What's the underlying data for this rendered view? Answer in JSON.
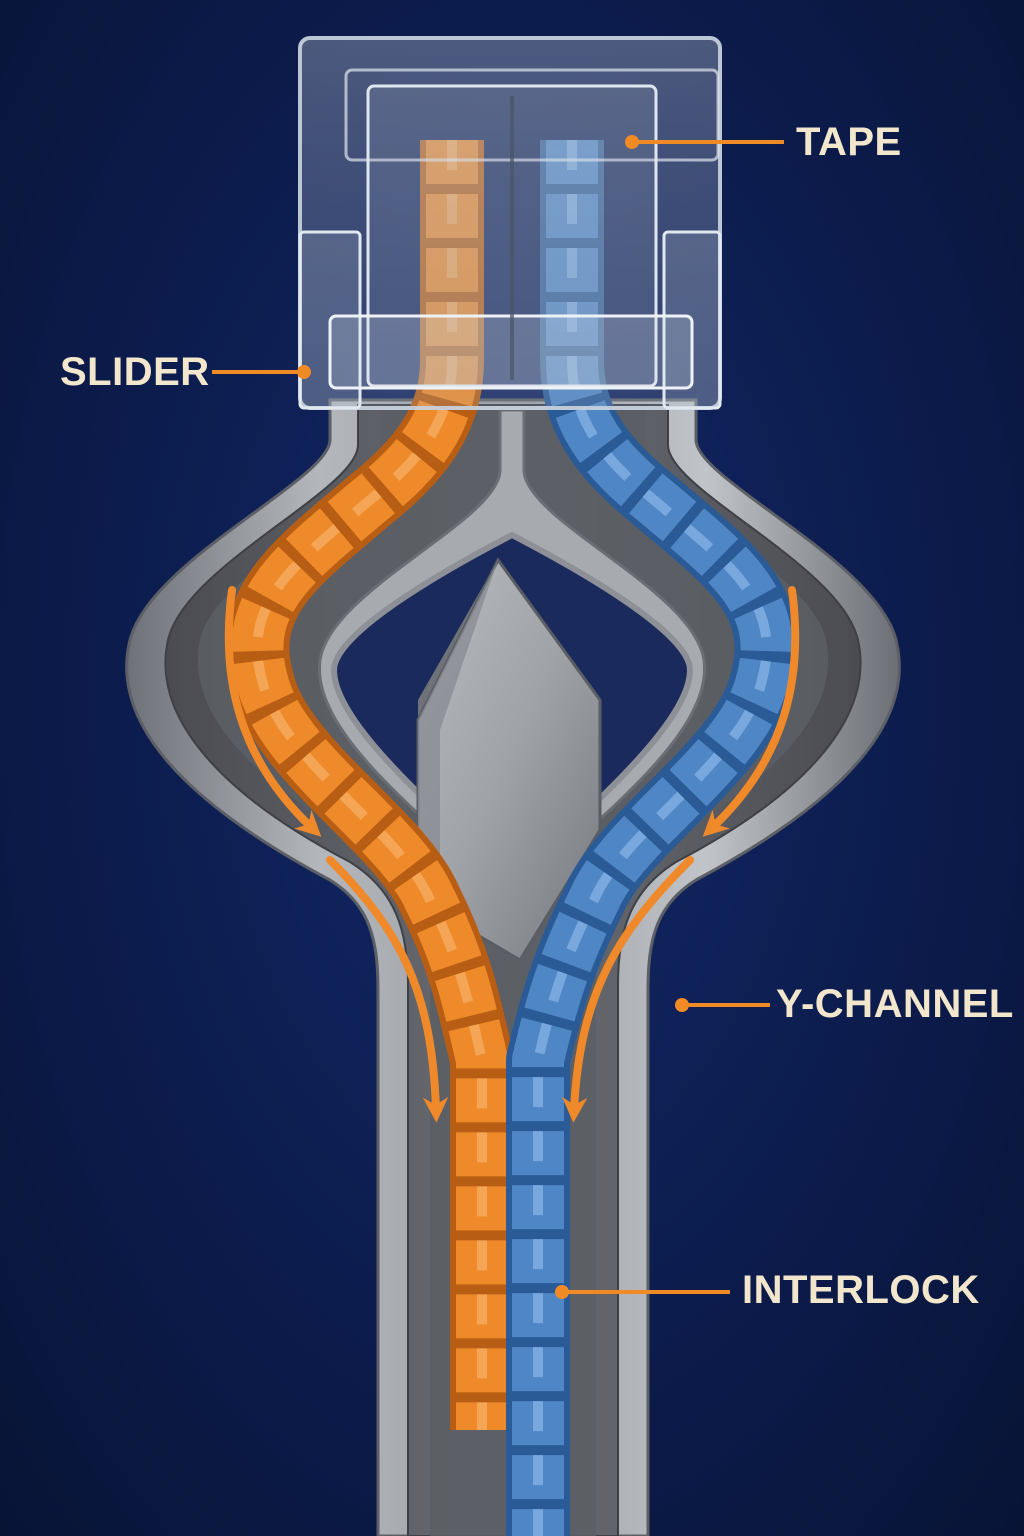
{
  "labels": {
    "tape": "TAPE",
    "slider": "SLIDER",
    "y_channel": "Y-CHANNEL",
    "interlock": "INTERLOCK"
  },
  "colors": {
    "background": "#0c1c4d",
    "label_text": "#f2e6cc",
    "leader_line": "#f08a24",
    "left_chain": "#ee8a2a",
    "right_chain": "#4f86c6",
    "metal": "#8e9197",
    "flow_arrow": "#f0892a"
  },
  "icons": {
    "flow_arrows": "arrow-down-curved-icon"
  }
}
